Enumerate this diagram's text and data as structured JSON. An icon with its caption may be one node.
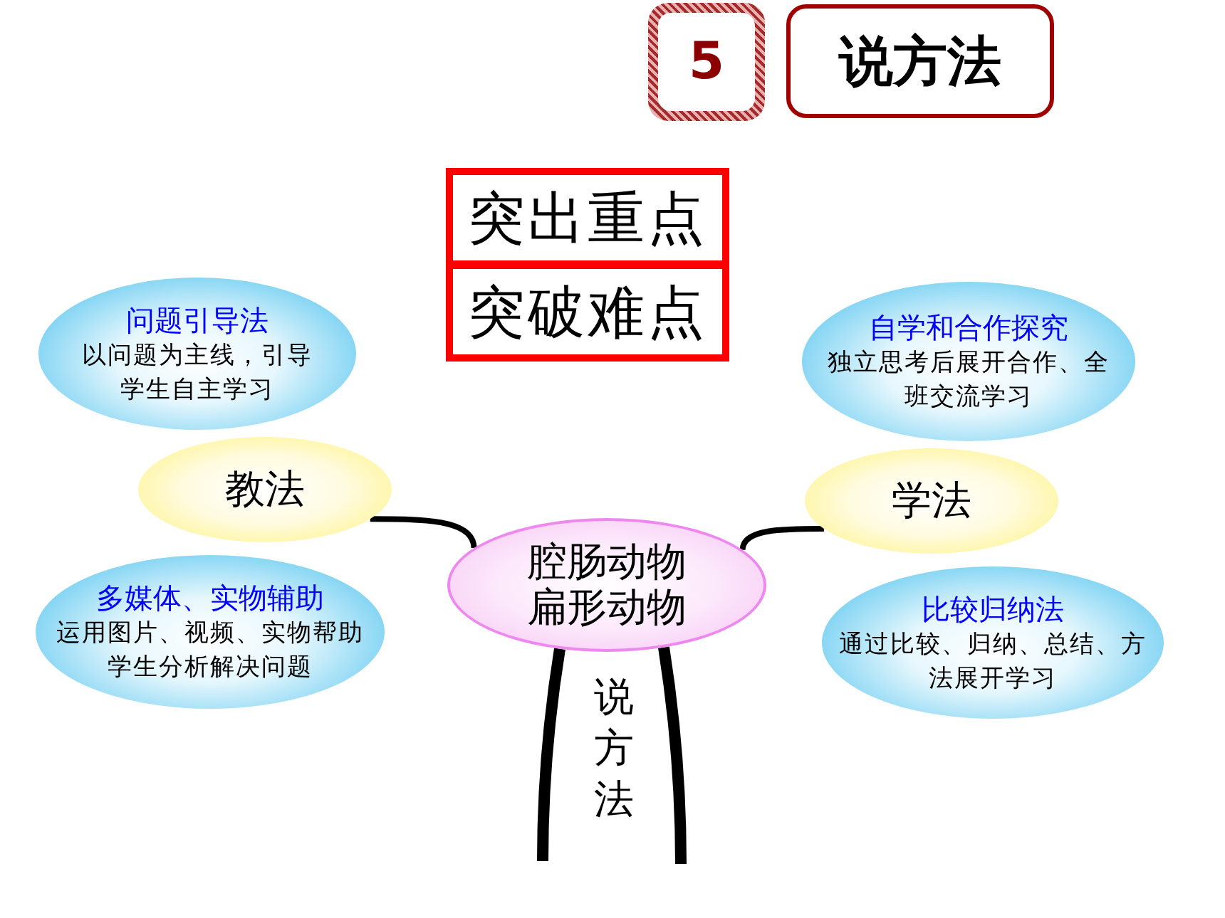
{
  "diagram": {
    "nodes": [
      {
        "text": [
          "5"
        ]
      },
      {
        "text": [
          "说方法"
        ]
      },
      {
        "text": [
          "突出重点"
        ]
      },
      {
        "text": [
          "突破难点"
        ]
      },
      {
        "text": [
          "腔肠动物",
          "扁形动物"
        ]
      },
      {
        "text": [
          "教法"
        ]
      },
      {
        "text": [
          "问题引导法",
          "以问题为主线，引导学生自主学习"
        ]
      },
      {
        "text": [
          "多媒体、实物辅助",
          "运用图片、视频、实物帮助学生分析解决问题"
        ]
      },
      {
        "text": [
          "学法"
        ]
      },
      {
        "text": [
          "自学和合作探究",
          "独立思考后展开合作、全班交流学习"
        ]
      },
      {
        "text": [
          "比较归纳法",
          "通过比较、归纳、总结、方法展开学习"
        ]
      }
    ],
    "edges": [
      {
        "from": 4,
        "to": 5,
        "arrow": "none"
      },
      {
        "from": 4,
        "to": 8,
        "arrow": "none"
      },
      {
        "from": 4,
        "to": null,
        "arrow": "none",
        "style": "thick"
      },
      {
        "from": 4,
        "to": null,
        "arrow": "none",
        "style": "thick"
      }
    ],
    "labels": [
      "说方法"
    ]
  }
}
